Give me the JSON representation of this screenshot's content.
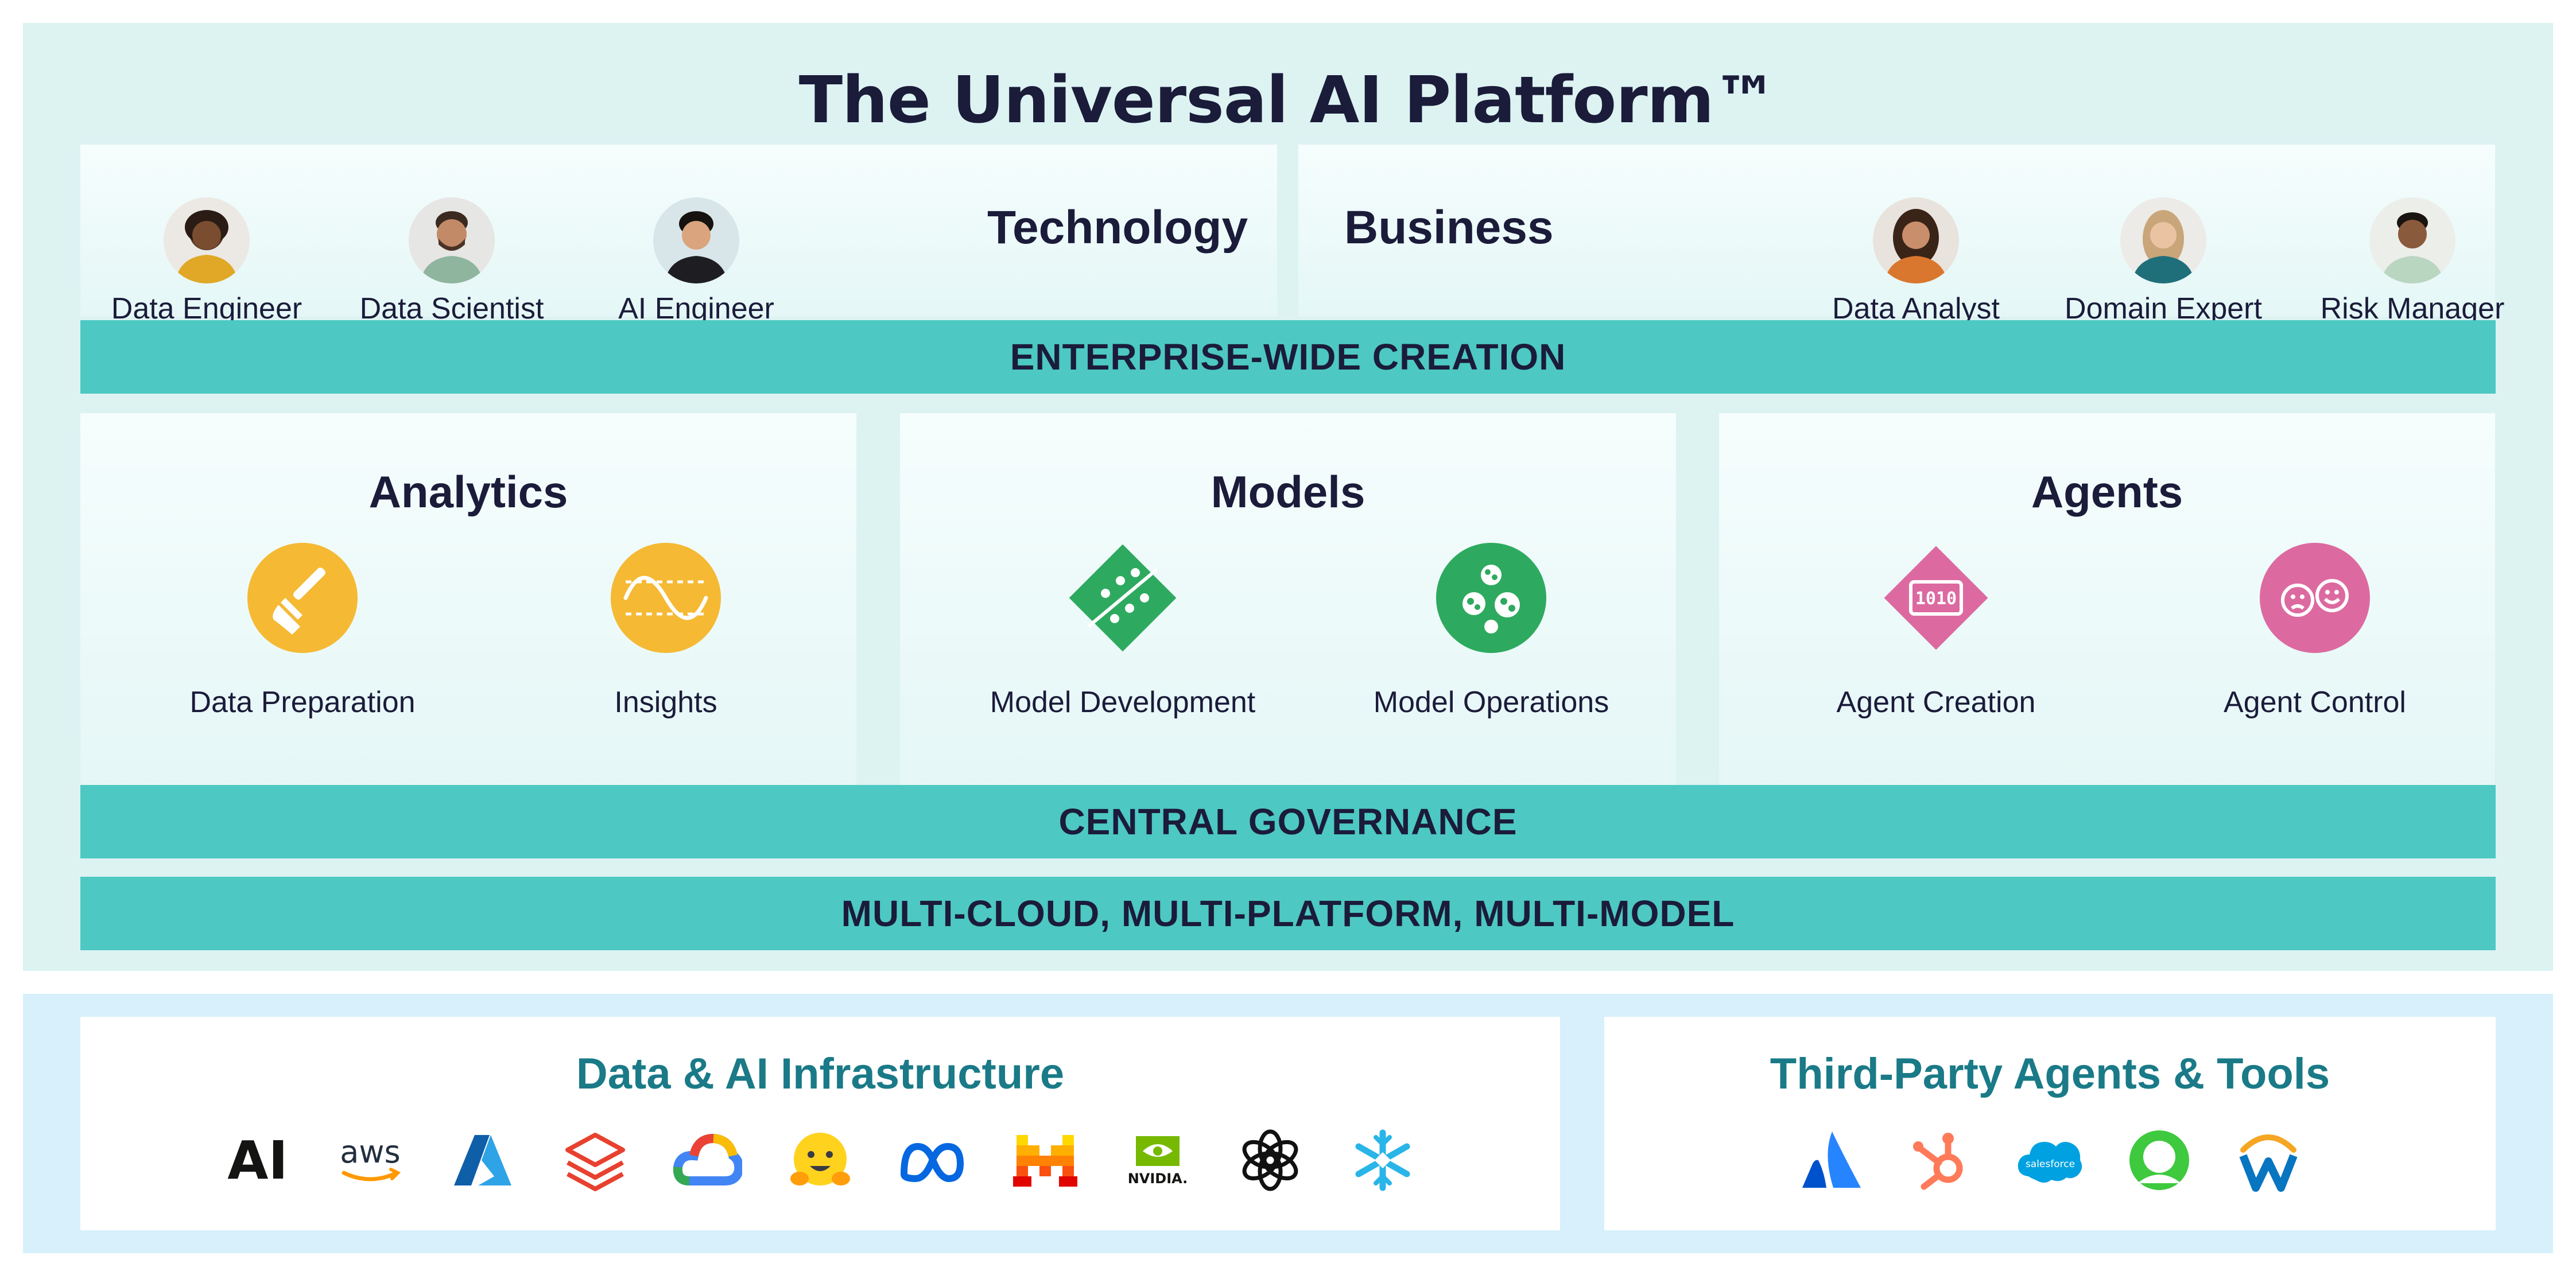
{
  "title": "The Universal AI Platform™",
  "technology": {
    "heading": "Technology",
    "people": [
      {
        "label": "Data Engineer"
      },
      {
        "label": "Data Scientist"
      },
      {
        "label": "AI Engineer"
      }
    ]
  },
  "business": {
    "heading": "Business",
    "people": [
      {
        "label": "Data Analyst"
      },
      {
        "label": "Domain Expert"
      },
      {
        "label": "Risk Manager"
      }
    ]
  },
  "bands": {
    "creation": "ENTERPRISE-WIDE CREATION",
    "governance": "CENTRAL GOVERNANCE",
    "multi": "MULTI-CLOUD, MULTI-PLATFORM, MULTI-MODEL"
  },
  "capabilities": [
    {
      "title": "Analytics",
      "color": "#f5b933",
      "items": [
        {
          "label": "Data Preparation",
          "icon": "broom-icon"
        },
        {
          "label": "Insights",
          "icon": "wave-chart-icon"
        }
      ]
    },
    {
      "title": "Models",
      "color": "#2daa5f",
      "items": [
        {
          "label": "Model Development",
          "icon": "scatter-diamond-icon"
        },
        {
          "label": "Model Operations",
          "icon": "bubbles-icon"
        }
      ]
    },
    {
      "title": "Agents",
      "color": "#dc6aa0",
      "items": [
        {
          "label": "Agent Creation",
          "icon": "binary-diamond-icon"
        },
        {
          "label": "Agent Control",
          "icon": "faces-icon"
        }
      ]
    }
  ],
  "infrastructure": {
    "title": "Data & AI Infrastructure",
    "logos": [
      {
        "name": "anthropic-logo",
        "text": "AI"
      },
      {
        "name": "aws-logo",
        "text": "aws"
      },
      {
        "name": "azure-logo"
      },
      {
        "name": "databricks-logo"
      },
      {
        "name": "google-cloud-logo"
      },
      {
        "name": "hugging-face-logo"
      },
      {
        "name": "meta-logo"
      },
      {
        "name": "mistral-logo"
      },
      {
        "name": "nvidia-logo",
        "text": "NVIDIA."
      },
      {
        "name": "openai-logo"
      },
      {
        "name": "snowflake-logo"
      }
    ]
  },
  "third_party": {
    "title": "Third-Party Agents & Tools",
    "logos": [
      {
        "name": "atlassian-logo"
      },
      {
        "name": "hubspot-logo"
      },
      {
        "name": "salesforce-logo",
        "text": "salesforce"
      },
      {
        "name": "green-ring-logo"
      },
      {
        "name": "workday-logo"
      }
    ]
  },
  "colors": {
    "platform_bg": "#dcf3f2",
    "band": "#4dc8c2",
    "infra_bg": "#d7f0fb",
    "infra_title": "#1a7a87"
  }
}
